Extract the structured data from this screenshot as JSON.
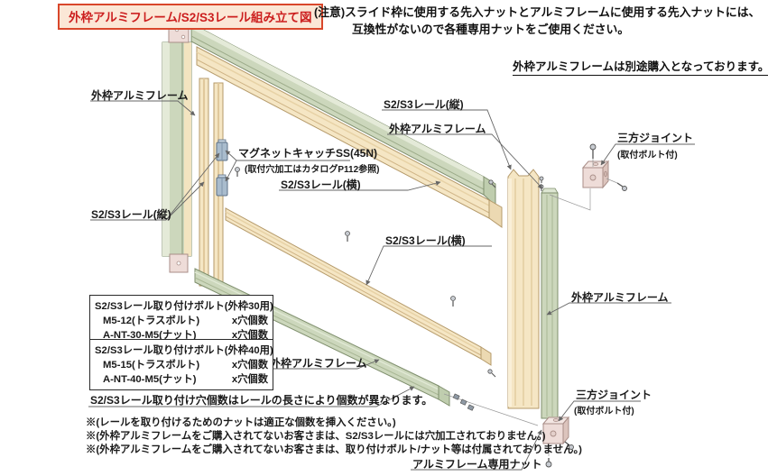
{
  "title": "外枠アルミフレーム/S2/S3レール組み立て図",
  "note_top": {
    "line1": "(注意)スライド枠に使用する先入ナットとアルミフレームに使用する先入ナットには、",
    "line2": "互換性がないので各種専用ナットをご使用ください。"
  },
  "note_purchase": "外枠アルミフレームは別途購入となっております。",
  "labels": {
    "frame_left": "外枠アルミフレーム",
    "rail_v_left": "S2/S3レール(縦)",
    "magnet_catch": "マグネットキャッチSS(45N)",
    "magnet_catch_sub": "(取付穴加工はカタログP112参照)",
    "rail_h_top": "S2/S3レール(横)",
    "rail_v_right": "S2/S3レール(縦)",
    "frame_top_right": "外枠アルミフレーム",
    "joint_top": "三方ジョイント",
    "joint_top_sub": "(取付ボルト付)",
    "rail_h_mid": "S2/S3レール(横)",
    "frame_right": "外枠アルミフレーム",
    "frame_bottom": "外枠アルミフレーム",
    "joint_bottom": "三方ジョイント",
    "joint_bottom_sub": "(取付ボルト付)",
    "nut_label": "アルミフレーム専用ナット"
  },
  "parts_boxes": [
    {
      "title": "S2/S3レール取り付けボルト(外枠30用)",
      "rows": [
        {
          "name": "M5-12(トラスボルト)",
          "qty": "x穴個数"
        },
        {
          "name": "A-NT-30-M5(ナット)",
          "qty": "x穴個数"
        }
      ]
    },
    {
      "title": "S2/S3レール取り付けボルト(外枠40用)",
      "rows": [
        {
          "name": "M5-15(トラスボルト)",
          "qty": "x穴個数"
        },
        {
          "name": "A-NT-40-M5(ナット)",
          "qty": "x穴個数"
        }
      ]
    }
  ],
  "hole_note": "S2/S3レール取り付け穴個数はレールの長さにより個数が異なります。",
  "footnotes": [
    "※(レールを取り付けるためのナットは適正な個数を挿入ください。)",
    "※(外枠アルミフレームをご購入されてないお客さまは、S2/S3レールには穴加工されておりません。)",
    "※(外枠アルミフレームをご購入されてないお客さまは、取り付けボルト/ナット等は付属されておりません。)"
  ],
  "colors": {
    "title_border": "#d9472b",
    "title_bg": "#fbe7d6",
    "title_text": "#cc1f1f",
    "frame_green": "#ccd7bc",
    "rail_beige": "#f5e6c4",
    "joint_pink": "#eedcd8",
    "leader_line": "#666666"
  }
}
